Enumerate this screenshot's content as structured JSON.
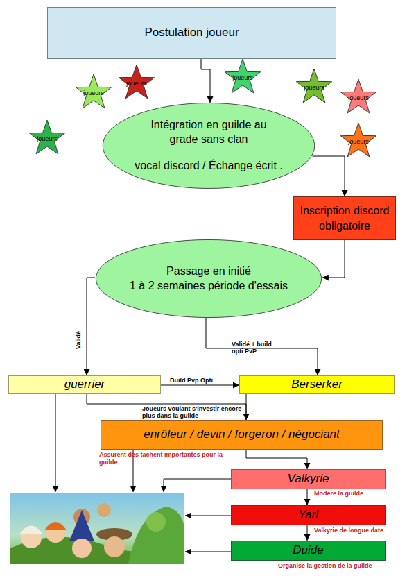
{
  "diagram": {
    "nodes": [
      {
        "text": [
          "Postulation joueur"
        ]
      },
      {
        "text": [
          "joueurs"
        ]
      },
      {
        "text": [
          "joueurs"
        ]
      },
      {
        "text": [
          "joueurs"
        ]
      },
      {
        "text": [
          "joueurs"
        ]
      },
      {
        "text": [
          "joueurs"
        ]
      },
      {
        "text": [
          "joueurs"
        ]
      },
      {
        "text": [
          "joueurs"
        ]
      },
      {
        "text": [
          "Intégration en guilde au grade sans clan",
          "vocal discord / Échange écrit ."
        ]
      },
      {
        "text": [
          "Inscription discord obligatoire"
        ]
      },
      {
        "text": [
          "Passage en initié",
          "1 à 2 semaines période d'essais"
        ]
      },
      {
        "text": [
          "guerrier"
        ]
      },
      {
        "text": [
          "Berserker"
        ]
      },
      {
        "text": [
          "enrôleur / devin / forgeron / négociant",
          "Assurent des tachent importantes pour la guilde"
        ]
      },
      {
        "text": [
          "Valkyrie",
          "Modère la guilde"
        ]
      },
      {
        "text": [
          "Yarl",
          "Valkyrie de longue date"
        ]
      },
      {
        "text": [
          "Duide",
          "Organise la gestion de la guilde"
        ]
      }
    ],
    "edges": [
      {
        "from": 0,
        "to": 8,
        "arrow": "to"
      },
      {
        "from": 8,
        "to": 9,
        "arrow": "to"
      },
      {
        "from": 9,
        "to": 10,
        "arrow": "to"
      },
      {
        "from": 10,
        "to": 11,
        "label": "Validé",
        "arrow": "to"
      },
      {
        "from": 10,
        "to": 12,
        "label": "Validé + build opti PvP",
        "arrow": "to"
      },
      {
        "from": 11,
        "to": 12,
        "label": "Build Pvp Opti",
        "arrow": "to"
      },
      {
        "from": 11,
        "to": 13,
        "label": "Joueurs voulant s'investir encore plus dans la guilde",
        "arrow": "to"
      },
      {
        "from": 12,
        "to": 13,
        "arrow": "to"
      },
      {
        "from": 13,
        "to": 14,
        "arrow": "to"
      },
      {
        "from": 14,
        "to": 15,
        "arrow": "to"
      },
      {
        "from": 15,
        "to": 16,
        "arrow": "to"
      }
    ]
  }
}
